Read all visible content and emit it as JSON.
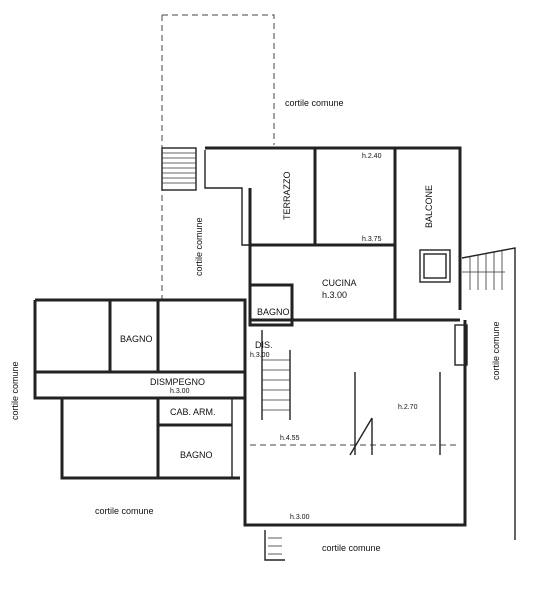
{
  "labels": {
    "cortile_comune": "cortile comune",
    "terrazzo": "TERRAZZO",
    "balcone": "BALCONE",
    "cucina": "CUCINA",
    "bagno": "BAGNO",
    "dis": "DIS.",
    "disimpegno": "DISMPEGNO",
    "cab_arm": "CAB. ARM.",
    "h_300": "h.3.00",
    "h_240": "h.2.40",
    "h_375": "h.3.75",
    "h_270": "h.2.70",
    "h_455": "h.4.55",
    "h_300_b": "h.3.00"
  },
  "colors": {
    "wall": "#222222",
    "background": "#ffffff"
  }
}
